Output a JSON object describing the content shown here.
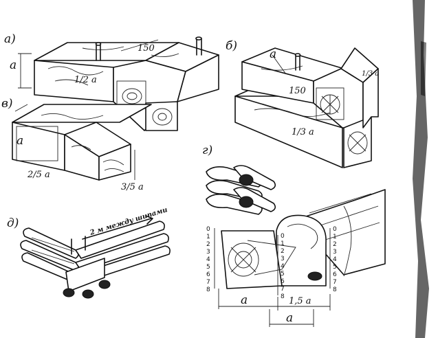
{
  "panels": {
    "a": {
      "letter": "а)",
      "dim_height": "a",
      "dim_half": "1/2 a",
      "dim_length": "150"
    },
    "b": {
      "letter": "б)",
      "dim_a": "a",
      "dim_length": "150",
      "dim_third": "1/3 a",
      "dim_third_bottom": "1/3 a"
    },
    "v": {
      "letter": "в)",
      "dim_face": "a",
      "dim_two_fifths": "2/5 a",
      "dim_three_fifths": "3/5 a"
    },
    "g": {
      "letter": "г)",
      "dim_a_left": "a",
      "dim_one_half": "1,5 a",
      "dim_a_bottom": "a",
      "scale_left": [
        "0",
        "1",
        "2",
        "3",
        "4",
        "5",
        "6",
        "7",
        "8"
      ],
      "scale_mid": [
        "0",
        "1",
        "2",
        "3",
        "4",
        "5",
        "6",
        "7",
        "8"
      ],
      "scale_right": [
        "0",
        "1",
        "2",
        "3",
        "4",
        "5",
        "6",
        "7",
        "8"
      ]
    },
    "d": {
      "letter": "д)",
      "annotation": "2 м между шипами"
    }
  },
  "colors": {
    "ink": "#111111",
    "paper": "#ffffff"
  }
}
